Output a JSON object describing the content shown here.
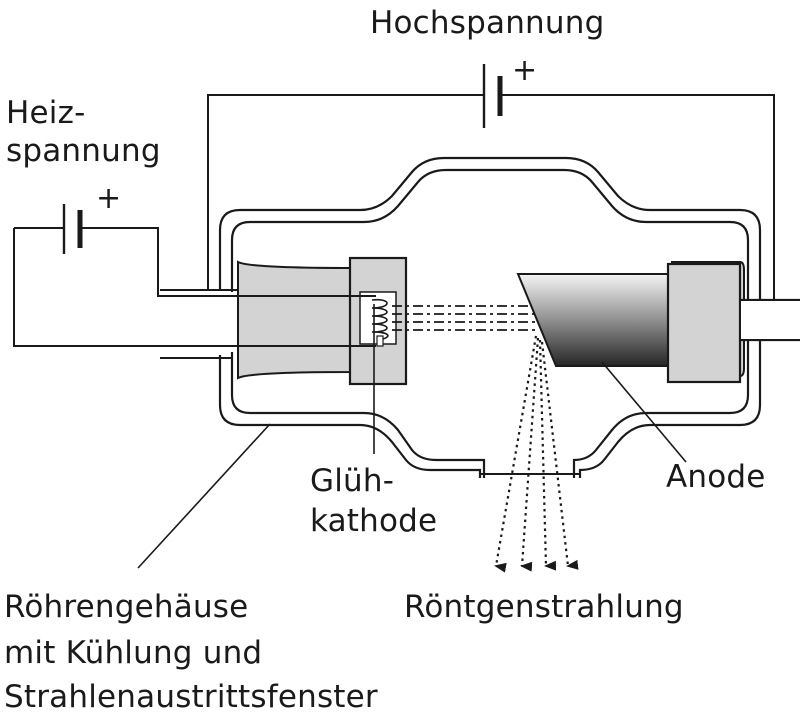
{
  "labels": {
    "hochspannung": "Hochspannung",
    "heiz_line1": "Heiz-",
    "heiz_line2": "spannung",
    "plus_sign": "+",
    "gluh_line1": "Glüh-",
    "gluh_line2": "kathode",
    "anode": "Anode",
    "roentgen": "Röntgenstrahlung",
    "gehause_line1": "Röhrengehäuse",
    "gehause_line2": "mit Kühlung und",
    "gehause_line3": "Strahlenaustrittsfenster"
  },
  "colors": {
    "line": "#1a1a1a",
    "cathode_fill": "#d3d3d3",
    "anode_dark": "#2b2b2b",
    "anode_light": "#f2f2f2"
  }
}
